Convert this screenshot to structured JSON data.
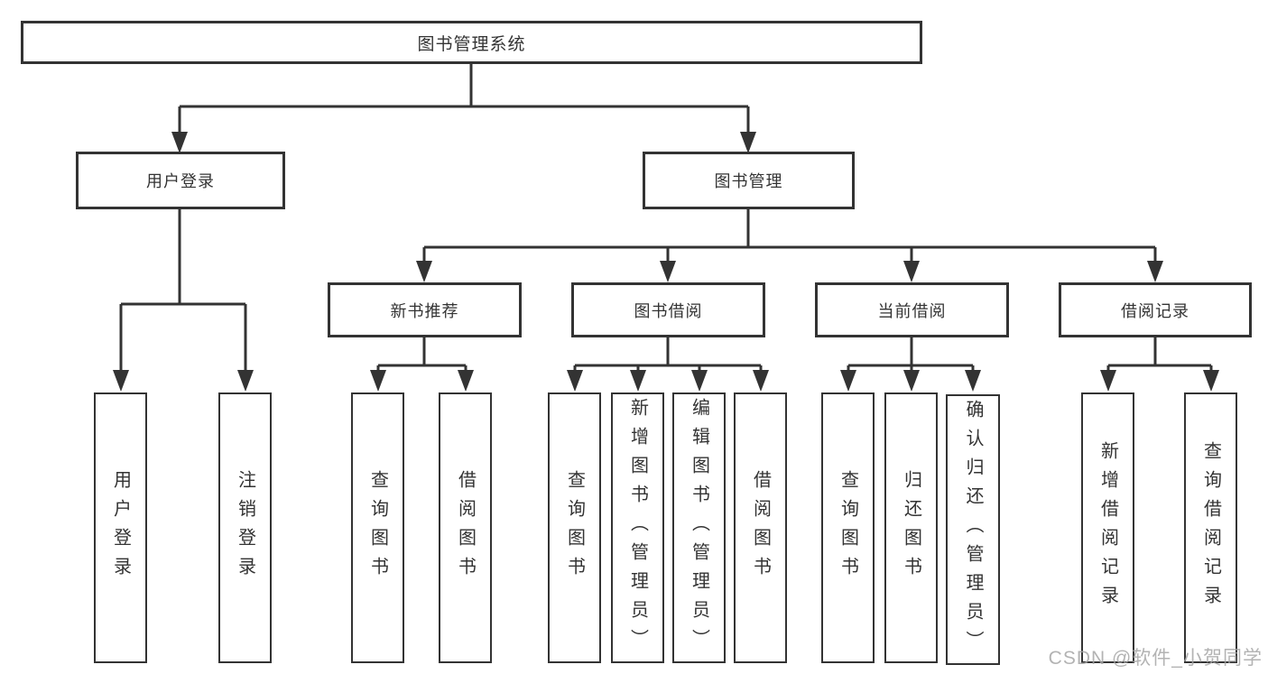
{
  "diagram": {
    "root": {
      "label": "图书管理系统"
    },
    "branches": [
      {
        "label": "用户登录",
        "leaves": [
          "用户登录",
          "注销登录"
        ]
      },
      {
        "label": "图书管理",
        "children": [
          {
            "label": "新书推荐",
            "leaves": [
              "查询图书",
              "借阅图书"
            ]
          },
          {
            "label": "图书借阅",
            "leaves": [
              "查询图书",
              "新增图书（管理员）",
              "编辑图书（管理员）",
              "借阅图书"
            ]
          },
          {
            "label": "当前借阅",
            "leaves": [
              "查询图书",
              "归还图书",
              "确认归还（管理员）"
            ]
          },
          {
            "label": "借阅记录",
            "leaves": [
              "新增借阅记录",
              "查询借阅记录"
            ]
          }
        ]
      }
    ],
    "watermark": "CSDN @软件_小贺同学"
  },
  "colors": {
    "line": "#333333",
    "text": "#333333",
    "background": "#ffffff",
    "watermark": "#a6a6a6"
  }
}
